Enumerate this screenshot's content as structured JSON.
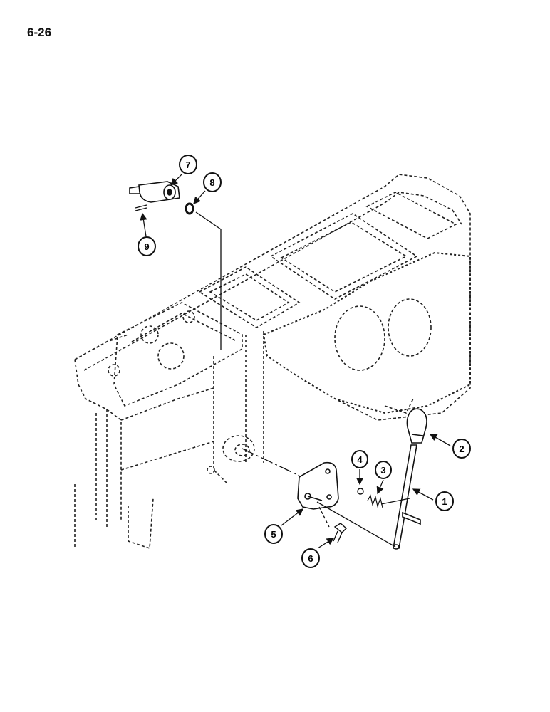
{
  "page": {
    "number": "6-26"
  },
  "diagram": {
    "callouts": [
      {
        "id": "1",
        "label": "1"
      },
      {
        "id": "2",
        "label": "2"
      },
      {
        "id": "3",
        "label": "3"
      },
      {
        "id": "4",
        "label": "4"
      },
      {
        "id": "5",
        "label": "5"
      },
      {
        "id": "6",
        "label": "6"
      },
      {
        "id": "7",
        "label": "7"
      },
      {
        "id": "8",
        "label": "8"
      },
      {
        "id": "9",
        "label": "9"
      }
    ]
  }
}
